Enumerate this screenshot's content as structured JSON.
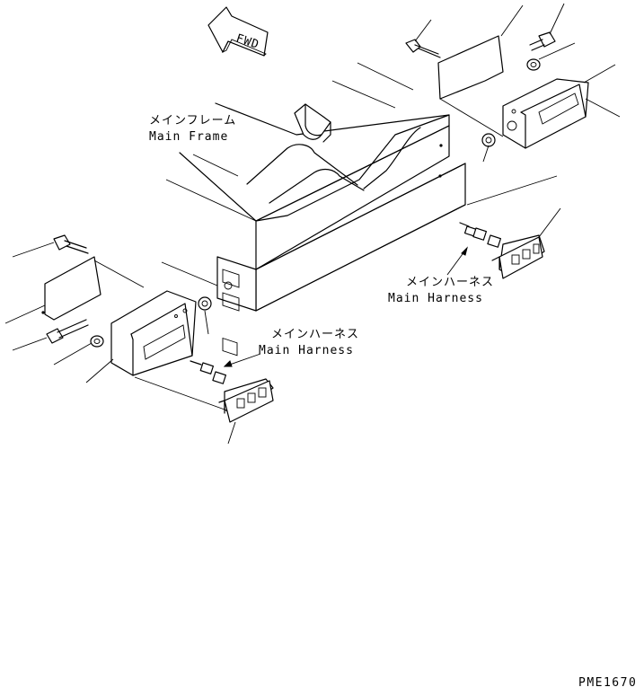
{
  "labels": {
    "fwd": "FWD",
    "main_frame_jp": "メインフレーム",
    "main_frame_en": "Main Frame",
    "harness_right_jp": "メインハーネス",
    "harness_right_en": "Main Harness",
    "harness_left_jp": "メインハーネス",
    "harness_left_en": "Main Harness",
    "drawing_code": "PME1670"
  }
}
